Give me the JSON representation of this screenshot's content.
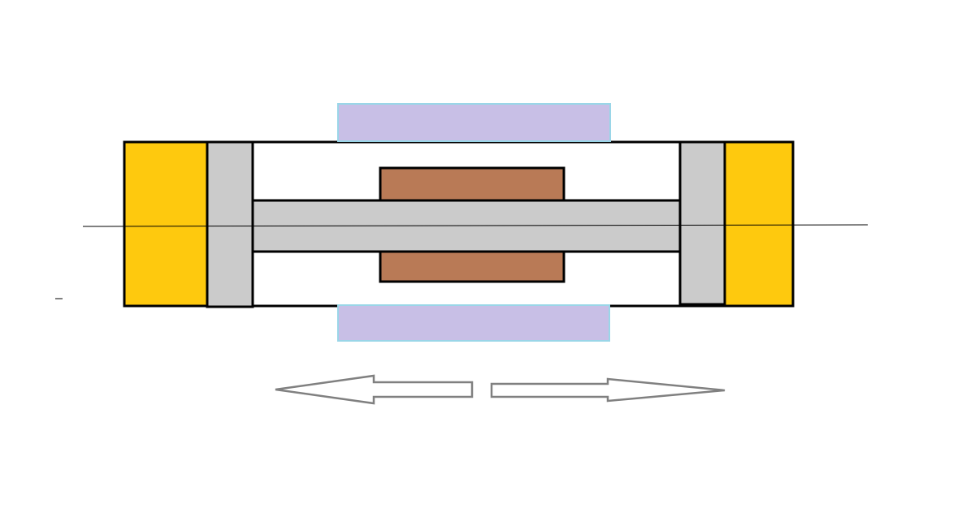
{
  "diagram": {
    "colors": {
      "background": "#ffffff",
      "outline": "#000000",
      "end_cap": "#fec90e",
      "flange": "#cbcbcb",
      "shaft": "#cbcbcb",
      "core": "#b97a56",
      "magnet_fill": "#c8bfe6",
      "magnet_border": "#9ad6e8",
      "arrow_outline": "#808080",
      "axis_line": "#000000"
    },
    "components": [
      "housing",
      "left-end-cap",
      "right-end-cap",
      "left-flange",
      "right-flange",
      "central-shaft",
      "upper-core-block",
      "lower-core-block",
      "upper-magnet",
      "lower-magnet",
      "center-axis-line",
      "left-arrow",
      "right-arrow"
    ]
  }
}
